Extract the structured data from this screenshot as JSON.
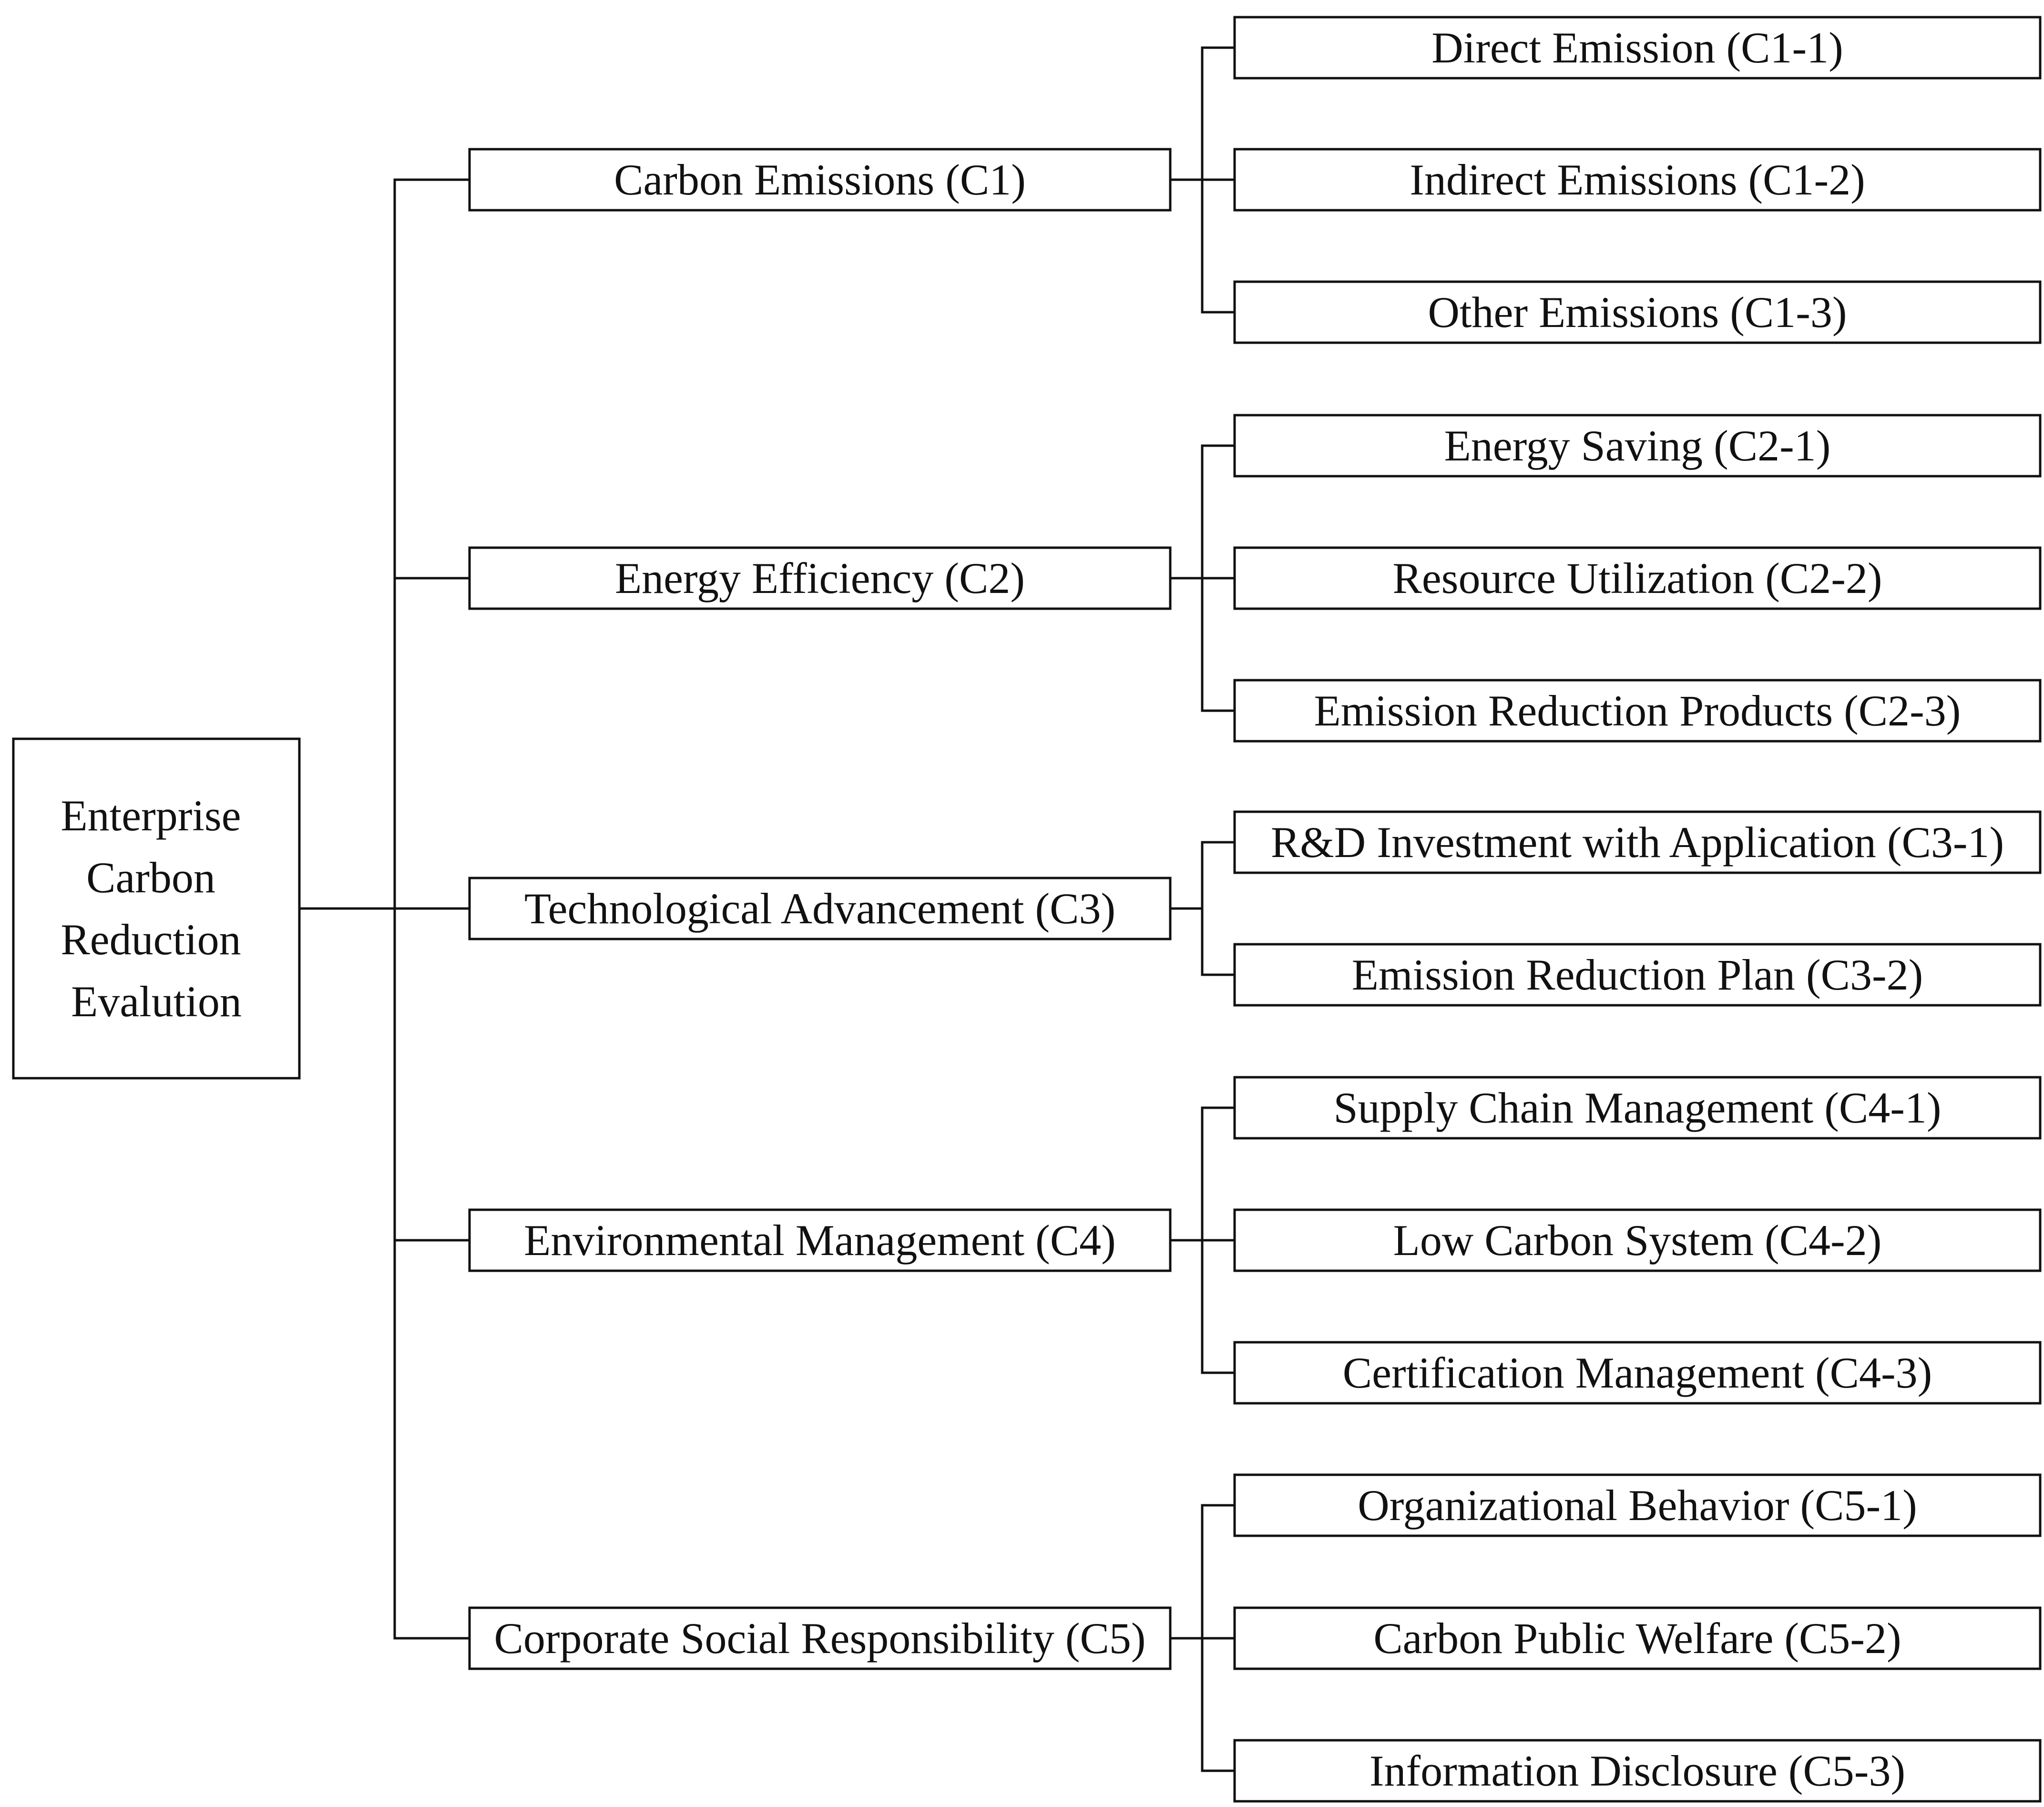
{
  "colors": {
    "stroke": "#111111",
    "text": "#111111",
    "background": "#ffffff"
  },
  "root": {
    "lines": [
      "Enterprise",
      "Carbon",
      "Reduction",
      "Evalution"
    ]
  },
  "criteria": [
    {
      "label": "Carbon Emissions (C1)",
      "children": [
        "Direct Emission  (C1-1)",
        "Indirect Emissions (C1-2)",
        "Other Emissions (C1-3)"
      ]
    },
    {
      "label": "Energy Efficiency (C2)",
      "children": [
        "Energy Saving (C2-1)",
        "Resource Utilization (C2-2)",
        "Emission Reduction Products (C2-3)"
      ]
    },
    {
      "label": "Technological Advancement (C3)",
      "children": [
        "R&D Investment with Application (C3-1)",
        "Emission Reduction Plan (C3-2)"
      ]
    },
    {
      "label": "Environmental Management (C4)",
      "children": [
        "Supply Chain Management (C4-1)",
        "Low Carbon System (C4-2)",
        "Certification Management (C4-3)"
      ]
    },
    {
      "label": "Corporate Social Responsibility (C5)",
      "children": [
        "Organizational Behavior (C5-1)",
        "Carbon Public Welfare (C5-2)",
        "Information Disclosure (C5-3)"
      ]
    }
  ]
}
